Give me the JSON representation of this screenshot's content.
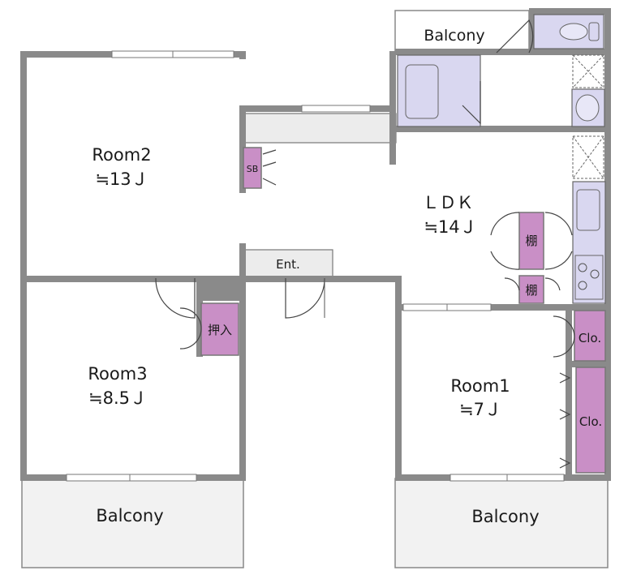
{
  "rooms": {
    "room2": {
      "name": "Room2",
      "size": "≒13Ｊ"
    },
    "room3": {
      "name": "Room3",
      "size": "≒8.5Ｊ"
    },
    "room1": {
      "name": "Room1",
      "size": "≒7Ｊ"
    },
    "ldk": {
      "name": "ＬＤＫ",
      "size": "≒14Ｊ"
    }
  },
  "balconies": {
    "top": "Balcony",
    "bottom_left": "Balcony",
    "bottom_right": "Balcony"
  },
  "storage": {
    "sb": "SB",
    "oshiire": "押入",
    "tana_upper": "棚",
    "tana_lower": "棚",
    "clo_upper": "Clo.",
    "clo_lower": "Clo."
  },
  "entrance": "Ent.",
  "colors": {
    "wall": "#8a8a8a",
    "storage": "#c98fc6",
    "fixture": "#d9d7f0",
    "balcony": "#f2f2f2"
  }
}
